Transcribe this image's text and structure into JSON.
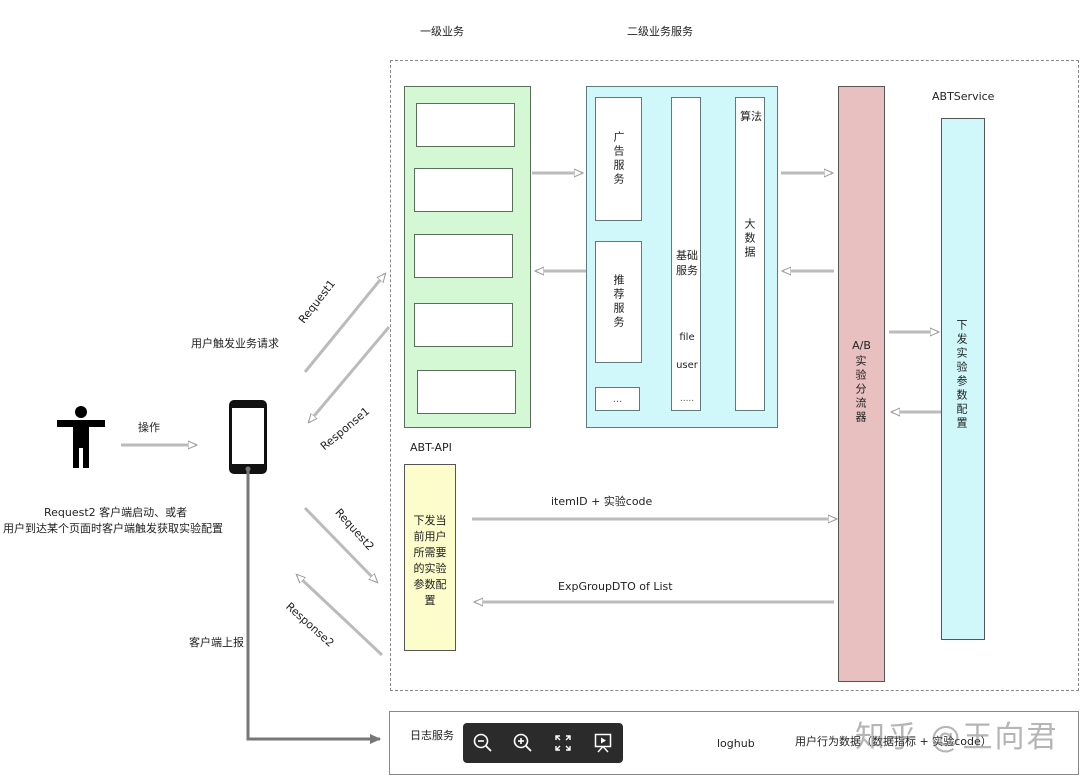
{
  "headers": {
    "level1": "一级业务",
    "level2": "二级业务服务"
  },
  "left": {
    "operate_label": "操作",
    "trigger_label": "用户触发业务请求",
    "request2_note_line1": "Request2 客户端启动、或者",
    "request2_note_line2": "用户到达某个页面时客户端触发获取实验配置",
    "client_report_label": "客户端上报"
  },
  "arrows": {
    "request1": "Request1",
    "response1": "Response1",
    "request2": "Request2",
    "response2": "Response2",
    "item_code": "itemID +  实验code",
    "exp_group": "ExpGroupDTO of  List"
  },
  "level1_panel": {
    "boxes": [
      "",
      "",
      "",
      "",
      ""
    ]
  },
  "abt_api": {
    "title": "ABT-API",
    "box_text": "下发当前用户所需要的实验参数配置"
  },
  "level2_panel": {
    "ad_service": "广告服务",
    "rec_service": "推荐服务",
    "more": "...",
    "base_service": "基础服务",
    "file": "file",
    "user": "user",
    "base_more": ".....",
    "algorithm": "算法",
    "bigdata": "大数据"
  },
  "ab_splitter": {
    "line1": "A/B",
    "line2": "实验分流器"
  },
  "abt_service": {
    "title": "ABTService",
    "box_text": "下发实验参数配置"
  },
  "log_service": {
    "title": "日志服务",
    "loghub": "loghub",
    "metrics": "用户行为数据（数据指标 + 实验code）"
  },
  "toolbar": {
    "zoom_out": "zoom-out",
    "zoom_in": "zoom-in",
    "fit": "fit-screen",
    "present": "present"
  },
  "watermark": "知乎 @王向君",
  "colors": {
    "green_panel": "#d3f8d3",
    "cyan_panel": "#d0f8fa",
    "pink_panel": "#e8c0c0",
    "yellow_panel": "#fdfdcc"
  }
}
